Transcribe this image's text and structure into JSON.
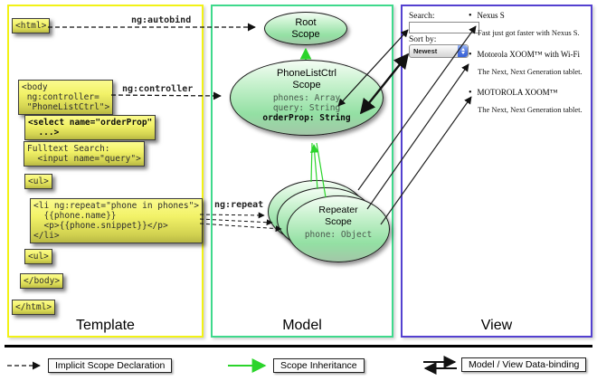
{
  "panels": {
    "template": {
      "caption": "Template"
    },
    "model": {
      "caption": "Model"
    },
    "view": {
      "caption": "View"
    }
  },
  "template_code": {
    "html_open": "<html>",
    "body_open": "<body\n ng:controller=\n \"PhoneListCtrl\">",
    "select": "<select name=\"orderProp\"\n  ...>",
    "fulltext": "Fulltext Search:\n  <input name=\"query\">",
    "ul_open": "<ul>",
    "li_repeat": "<li ng:repeat=\"phone in phones\">\n  {{phone.name}}\n  <p>{{phone.snippet}}</p>\n</li>",
    "ul_close": "<ul>",
    "body_close": "</body>",
    "html_close": "</html>"
  },
  "arrow_labels": {
    "autobind": "ng:autobind",
    "controller": "ng:controller",
    "repeat": "ng:repeat"
  },
  "scopes": {
    "root": {
      "title": "Root\nScope"
    },
    "phone_list_ctrl": {
      "title": "PhoneListCtrl\nScope",
      "props": [
        "phones: Array",
        "query: String",
        "orderProp: String"
      ]
    },
    "repeater": {
      "title": "Repeater\nScope",
      "prop": "phone: Object"
    }
  },
  "view": {
    "search_label": "Search:",
    "search_value": "",
    "sort_label": "Sort by:",
    "sort_value": "Newest",
    "bullet": "•",
    "items": [
      {
        "title": "Nexus S",
        "desc": "Fast just got faster with Nexus S."
      },
      {
        "title": "Motorola XOOM™ with Wi-Fi",
        "desc": "The Next, Next Generation tablet."
      },
      {
        "title": "MOTOROLA XOOM™",
        "desc": "The Next, Next Generation tablet."
      }
    ]
  },
  "legend": {
    "implicit": "Implicit Scope Declaration",
    "inheritance": "Scope Inheritance",
    "databinding": "Model / View Data-binding"
  },
  "colors": {
    "template_border": "#f2f216",
    "model_border": "#3fd98c",
    "view_border": "#5441d0",
    "inheritance_green": "#2bd42b",
    "arrow_black": "#111111",
    "box_yellow": "#f2f268",
    "scope_green": "#93e0a3"
  }
}
